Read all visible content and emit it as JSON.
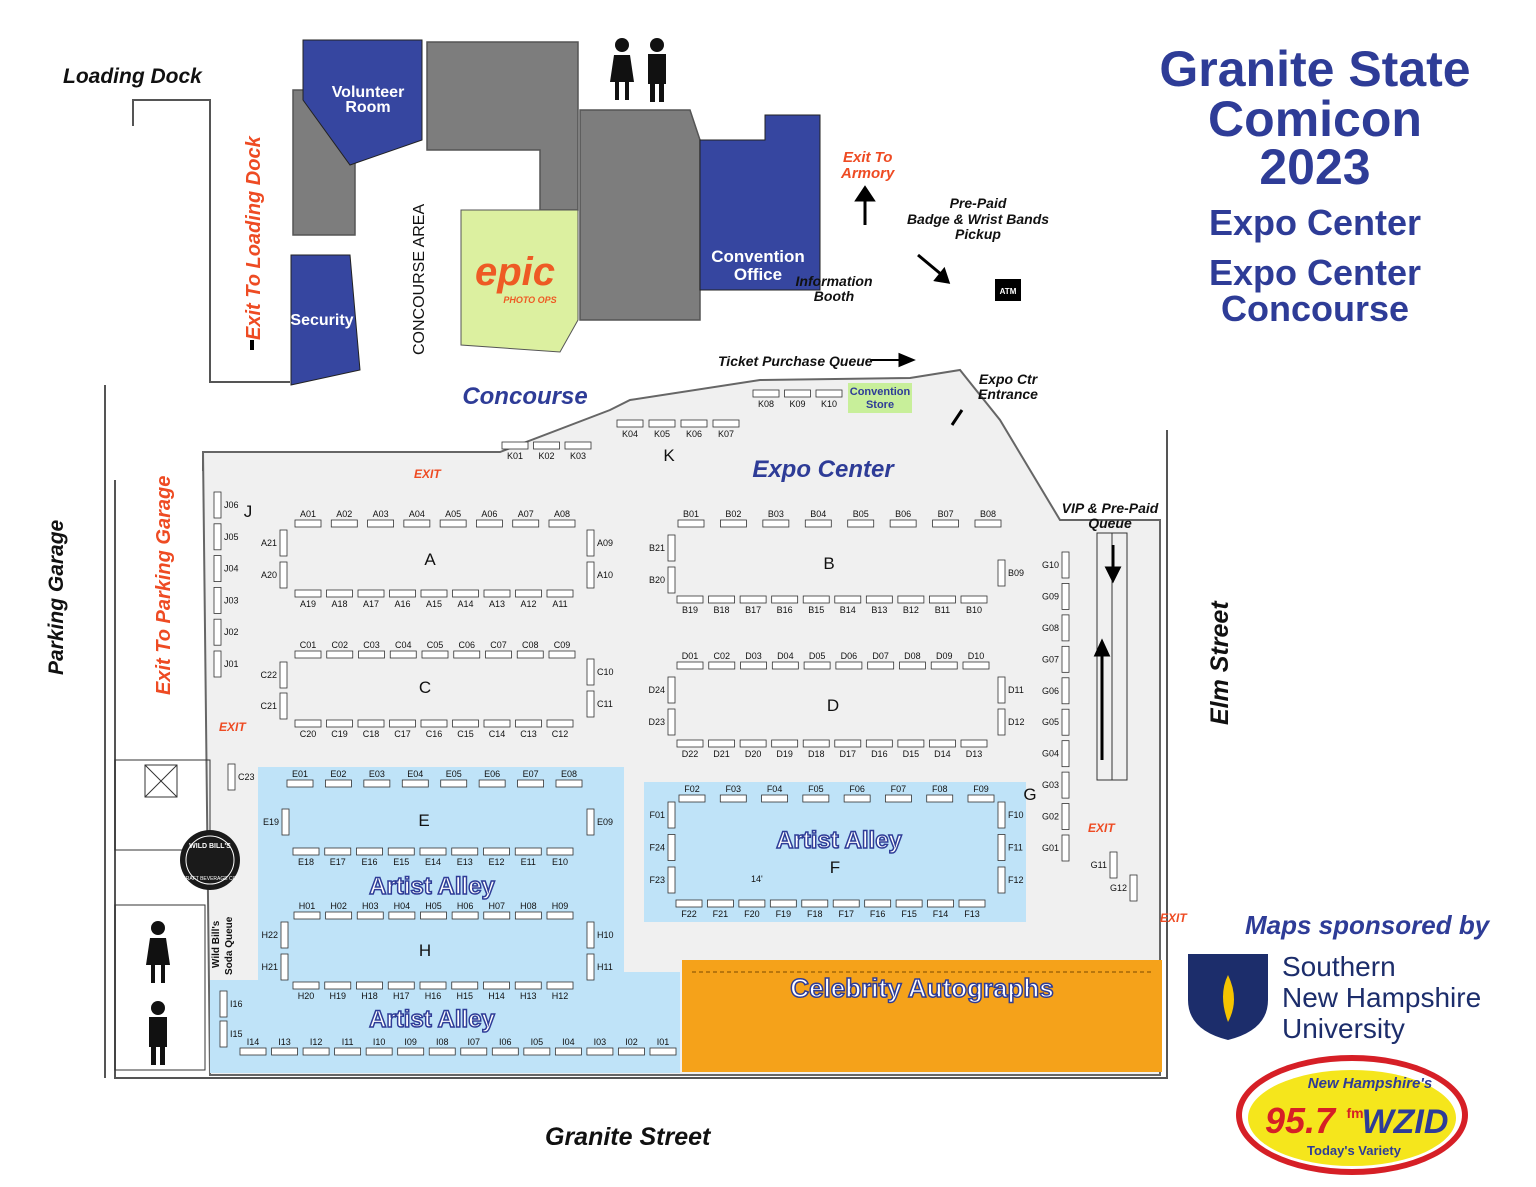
{
  "header": {
    "title_line1": "Granite State",
    "title_line2": "Comicon",
    "title_line3": "2023",
    "subtitle1": "Expo Center",
    "subtitle2": "Expo Center Concourse"
  },
  "sponsor": {
    "label": "Maps sponsored by",
    "snhu_line1": "Southern",
    "snhu_line2": "New Hampshire",
    "snhu_line3": "University",
    "radio_top": "New Hampshire's",
    "radio_freq": "95.7",
    "radio_fm": "fm",
    "radio_call": "WZID",
    "radio_tag": "Today's Variety"
  },
  "streets": {
    "loading_dock": "Loading Dock",
    "parking_garage": "Parking Garage",
    "granite_street": "Granite Street",
    "elm_street": "Elm Street"
  },
  "labels": {
    "exit_loading_dock": "Exit To Loading Dock",
    "exit_parking_garage": "Exit To Parking Garage",
    "exit_armory_1": "Exit To",
    "exit_armory_2": "Armory",
    "exit": "EXIT",
    "volunteer_1": "Volunteer",
    "volunteer_2": "Room",
    "security": "Security",
    "concourse_area": "CONCOURSE AREA",
    "epic": "epic",
    "epic_sub": "PHOTO OPS",
    "conv_office_1": "Convention",
    "conv_office_2": "Office",
    "info_1": "Information",
    "info_2": "Booth",
    "prepaid_1": "Pre-Paid",
    "prepaid_2": "Badge & Wrist Bands",
    "prepaid_3": "Pickup",
    "atm": "ATM",
    "ticket_queue": "Ticket Purchase Queue",
    "conv_store_1": "Convention",
    "conv_store_2": "Store",
    "entrance_1": "Expo Ctr",
    "entrance_2": "Entrance",
    "concourse": "Concourse",
    "expo_center": "Expo Center",
    "vip_1": "VIP & Pre-Paid",
    "vip_2": "Queue",
    "artist_alley": "Artist Alley",
    "celebrity": "Celebrity Autographs",
    "wild_bills": "WILD BILL'S",
    "wild_bills_sub": "CRAFT BEVERAGE CO.",
    "soda_queue_1": "Wild Bill's",
    "soda_queue_2": "Soda Queue",
    "dim_14": "14'"
  },
  "sections": {
    "A": "A",
    "B": "B",
    "C": "C",
    "D": "D",
    "E": "E",
    "F": "F",
    "G": "G",
    "H": "H",
    "J": "J",
    "K": "K"
  },
  "booths": {
    "A_top": [
      "A01",
      "A02",
      "A03",
      "A04",
      "A05",
      "A06",
      "A07",
      "A08"
    ],
    "A_bottom": [
      "A19",
      "A18",
      "A17",
      "A16",
      "A15",
      "A14",
      "A13",
      "A12",
      "A11"
    ],
    "A_left": [
      "A21",
      "A20"
    ],
    "A_right": [
      "A09",
      "A10"
    ],
    "B_top": [
      "B01",
      "B02",
      "B03",
      "B04",
      "B05",
      "B06",
      "B07",
      "B08"
    ],
    "B_bottom": [
      "B19",
      "B18",
      "B17",
      "B16",
      "B15",
      "B14",
      "B13",
      "B12",
      "B11",
      "B10"
    ],
    "B_left": [
      "B21",
      "B20"
    ],
    "B_right": [
      "B09"
    ],
    "C_top": [
      "C01",
      "C02",
      "C03",
      "C04",
      "C05",
      "C06",
      "C07",
      "C08",
      "C09"
    ],
    "C_bottom": [
      "C20",
      "C19",
      "C18",
      "C17",
      "C16",
      "C15",
      "C14",
      "C13",
      "C12"
    ],
    "C_left": [
      "C22",
      "C21"
    ],
    "C_right": [
      "C10",
      "C11"
    ],
    "C_extra": "C23",
    "D_top": [
      "D01",
      "C02",
      "D03",
      "D04",
      "D05",
      "D06",
      "D07",
      "D08",
      "D09",
      "D10"
    ],
    "D_bottom": [
      "D22",
      "D21",
      "D20",
      "D19",
      "D18",
      "D17",
      "D16",
      "D15",
      "D14",
      "D13"
    ],
    "D_left": [
      "D24",
      "D23"
    ],
    "D_right": [
      "D11",
      "D12"
    ],
    "E_top": [
      "E01",
      "E02",
      "E03",
      "E04",
      "E05",
      "E06",
      "E07",
      "E08"
    ],
    "E_bottom": [
      "E18",
      "E17",
      "E16",
      "E15",
      "E14",
      "E13",
      "E12",
      "E11",
      "E10"
    ],
    "E_left": [
      "E19"
    ],
    "E_right": [
      "E09"
    ],
    "F_top": [
      "F02",
      "F03",
      "F04",
      "F05",
      "F06",
      "F07",
      "F08",
      "F09"
    ],
    "F_bottom": [
      "F22",
      "F21",
      "F20",
      "F19",
      "F18",
      "F17",
      "F16",
      "F15",
      "F14",
      "F13"
    ],
    "F_left": [
      "F01",
      "F24",
      "F23"
    ],
    "F_right": [
      "F10",
      "F11",
      "F12"
    ],
    "H_top": [
      "H01",
      "H02",
      "H03",
      "H04",
      "H05",
      "H06",
      "H07",
      "H08",
      "H09"
    ],
    "H_bottom": [
      "H20",
      "H19",
      "H18",
      "H17",
      "H16",
      "H15",
      "H14",
      "H13",
      "H12"
    ],
    "H_left": [
      "H22",
      "H21"
    ],
    "H_right": [
      "H10",
      "H11"
    ],
    "I_row": [
      "I14",
      "I13",
      "I12",
      "I11",
      "I10",
      "I09",
      "I08",
      "I07",
      "I06",
      "I05",
      "I04",
      "I03",
      "I02",
      "I01"
    ],
    "I_left": [
      "I16",
      "I15"
    ],
    "J_col": [
      "J06",
      "J05",
      "J04",
      "J03",
      "J02",
      "J01"
    ],
    "G_col": [
      "G10",
      "G09",
      "G08",
      "G07",
      "G06",
      "G05",
      "G04",
      "G03",
      "G02",
      "G01"
    ],
    "G_extra": [
      "G11",
      "G12"
    ],
    "K_row1": [
      "K01",
      "K02",
      "K03"
    ],
    "K_row2": [
      "K04",
      "K05",
      "K06",
      "K07"
    ],
    "K_row3": [
      "K08",
      "K09",
      "K10"
    ]
  },
  "colors": {
    "navy": "#2e3c97",
    "room_blue": "#3646a0",
    "gray": "#7d7d7d",
    "floor": "#f0f0f0",
    "artist_blue": "#bfe3f8",
    "celebrity_orange": "#f5a21a",
    "epic_green": "#dcf0a0",
    "exit_orange": "#ee4b23"
  }
}
